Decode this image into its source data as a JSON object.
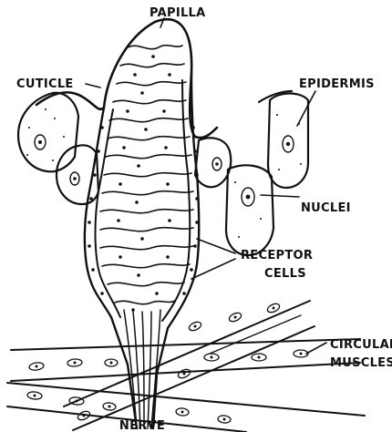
{
  "labels": {
    "papilla": "PAPILLA",
    "cuticle": "CUTICLE",
    "epidermis": "EPIDERMIS",
    "nuclei": "NUCLEI",
    "receptor_line1": "RECEPTOR",
    "receptor_line2": "CELLS",
    "circular_line1": "CIRCULAR",
    "circular_line2": "MUSCLES",
    "nerve": "NERVE"
  },
  "colors": {
    "ink": "#111111",
    "background": "#ffffff"
  }
}
